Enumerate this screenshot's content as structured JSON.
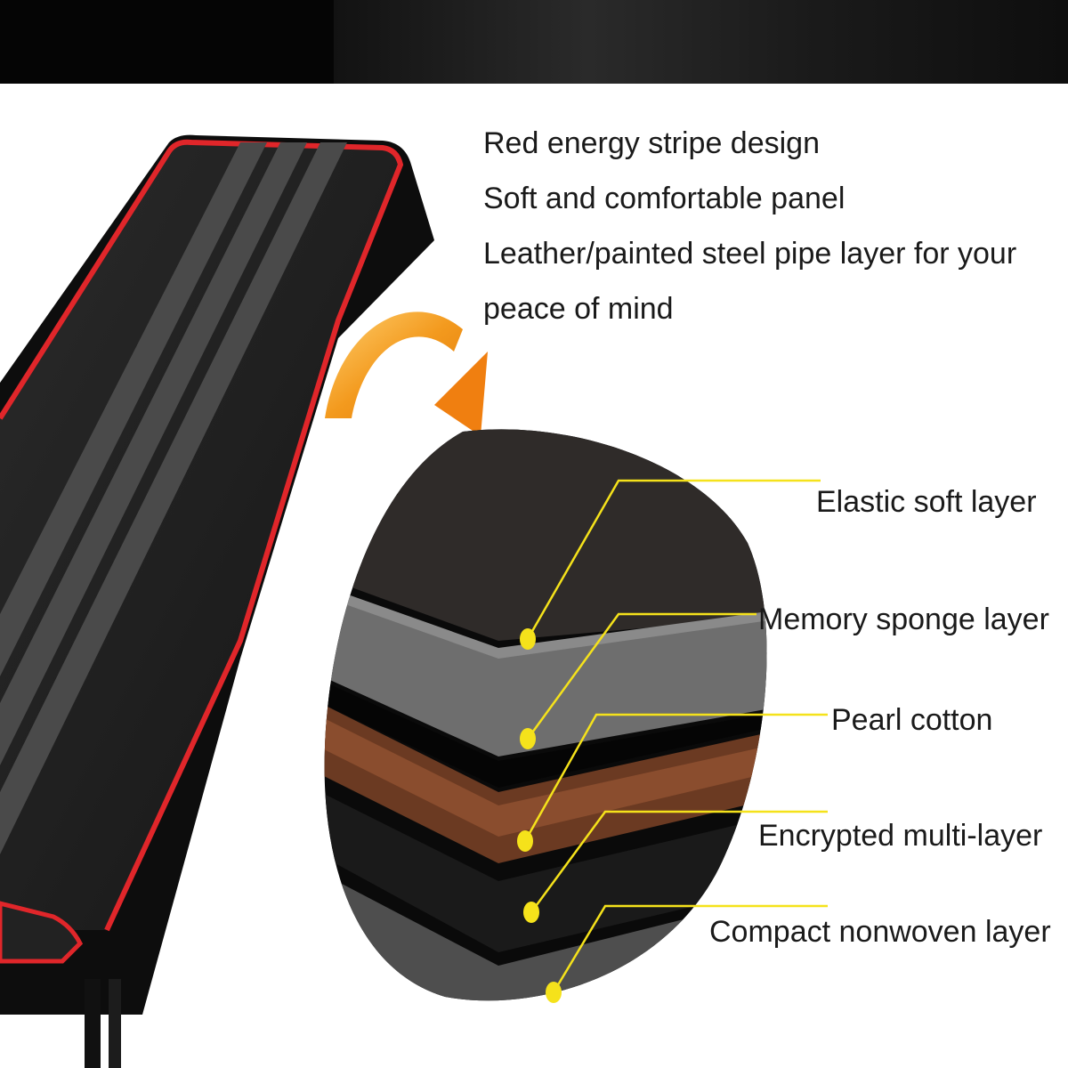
{
  "features": [
    "Red energy stripe design",
    "Soft and comfortable panel",
    "Leather/painted steel pipe layer for your",
    "peace of mind"
  ],
  "layers": [
    "Elastic soft layer",
    "Memory sponge layer",
    "Pearl cotton",
    "Encrypted multi-layer",
    "Compact nonwoven layer"
  ],
  "colors": {
    "accent_stripe": "#e0262a",
    "pointer": "#f5e21b",
    "arrow": "#f39a1e"
  }
}
